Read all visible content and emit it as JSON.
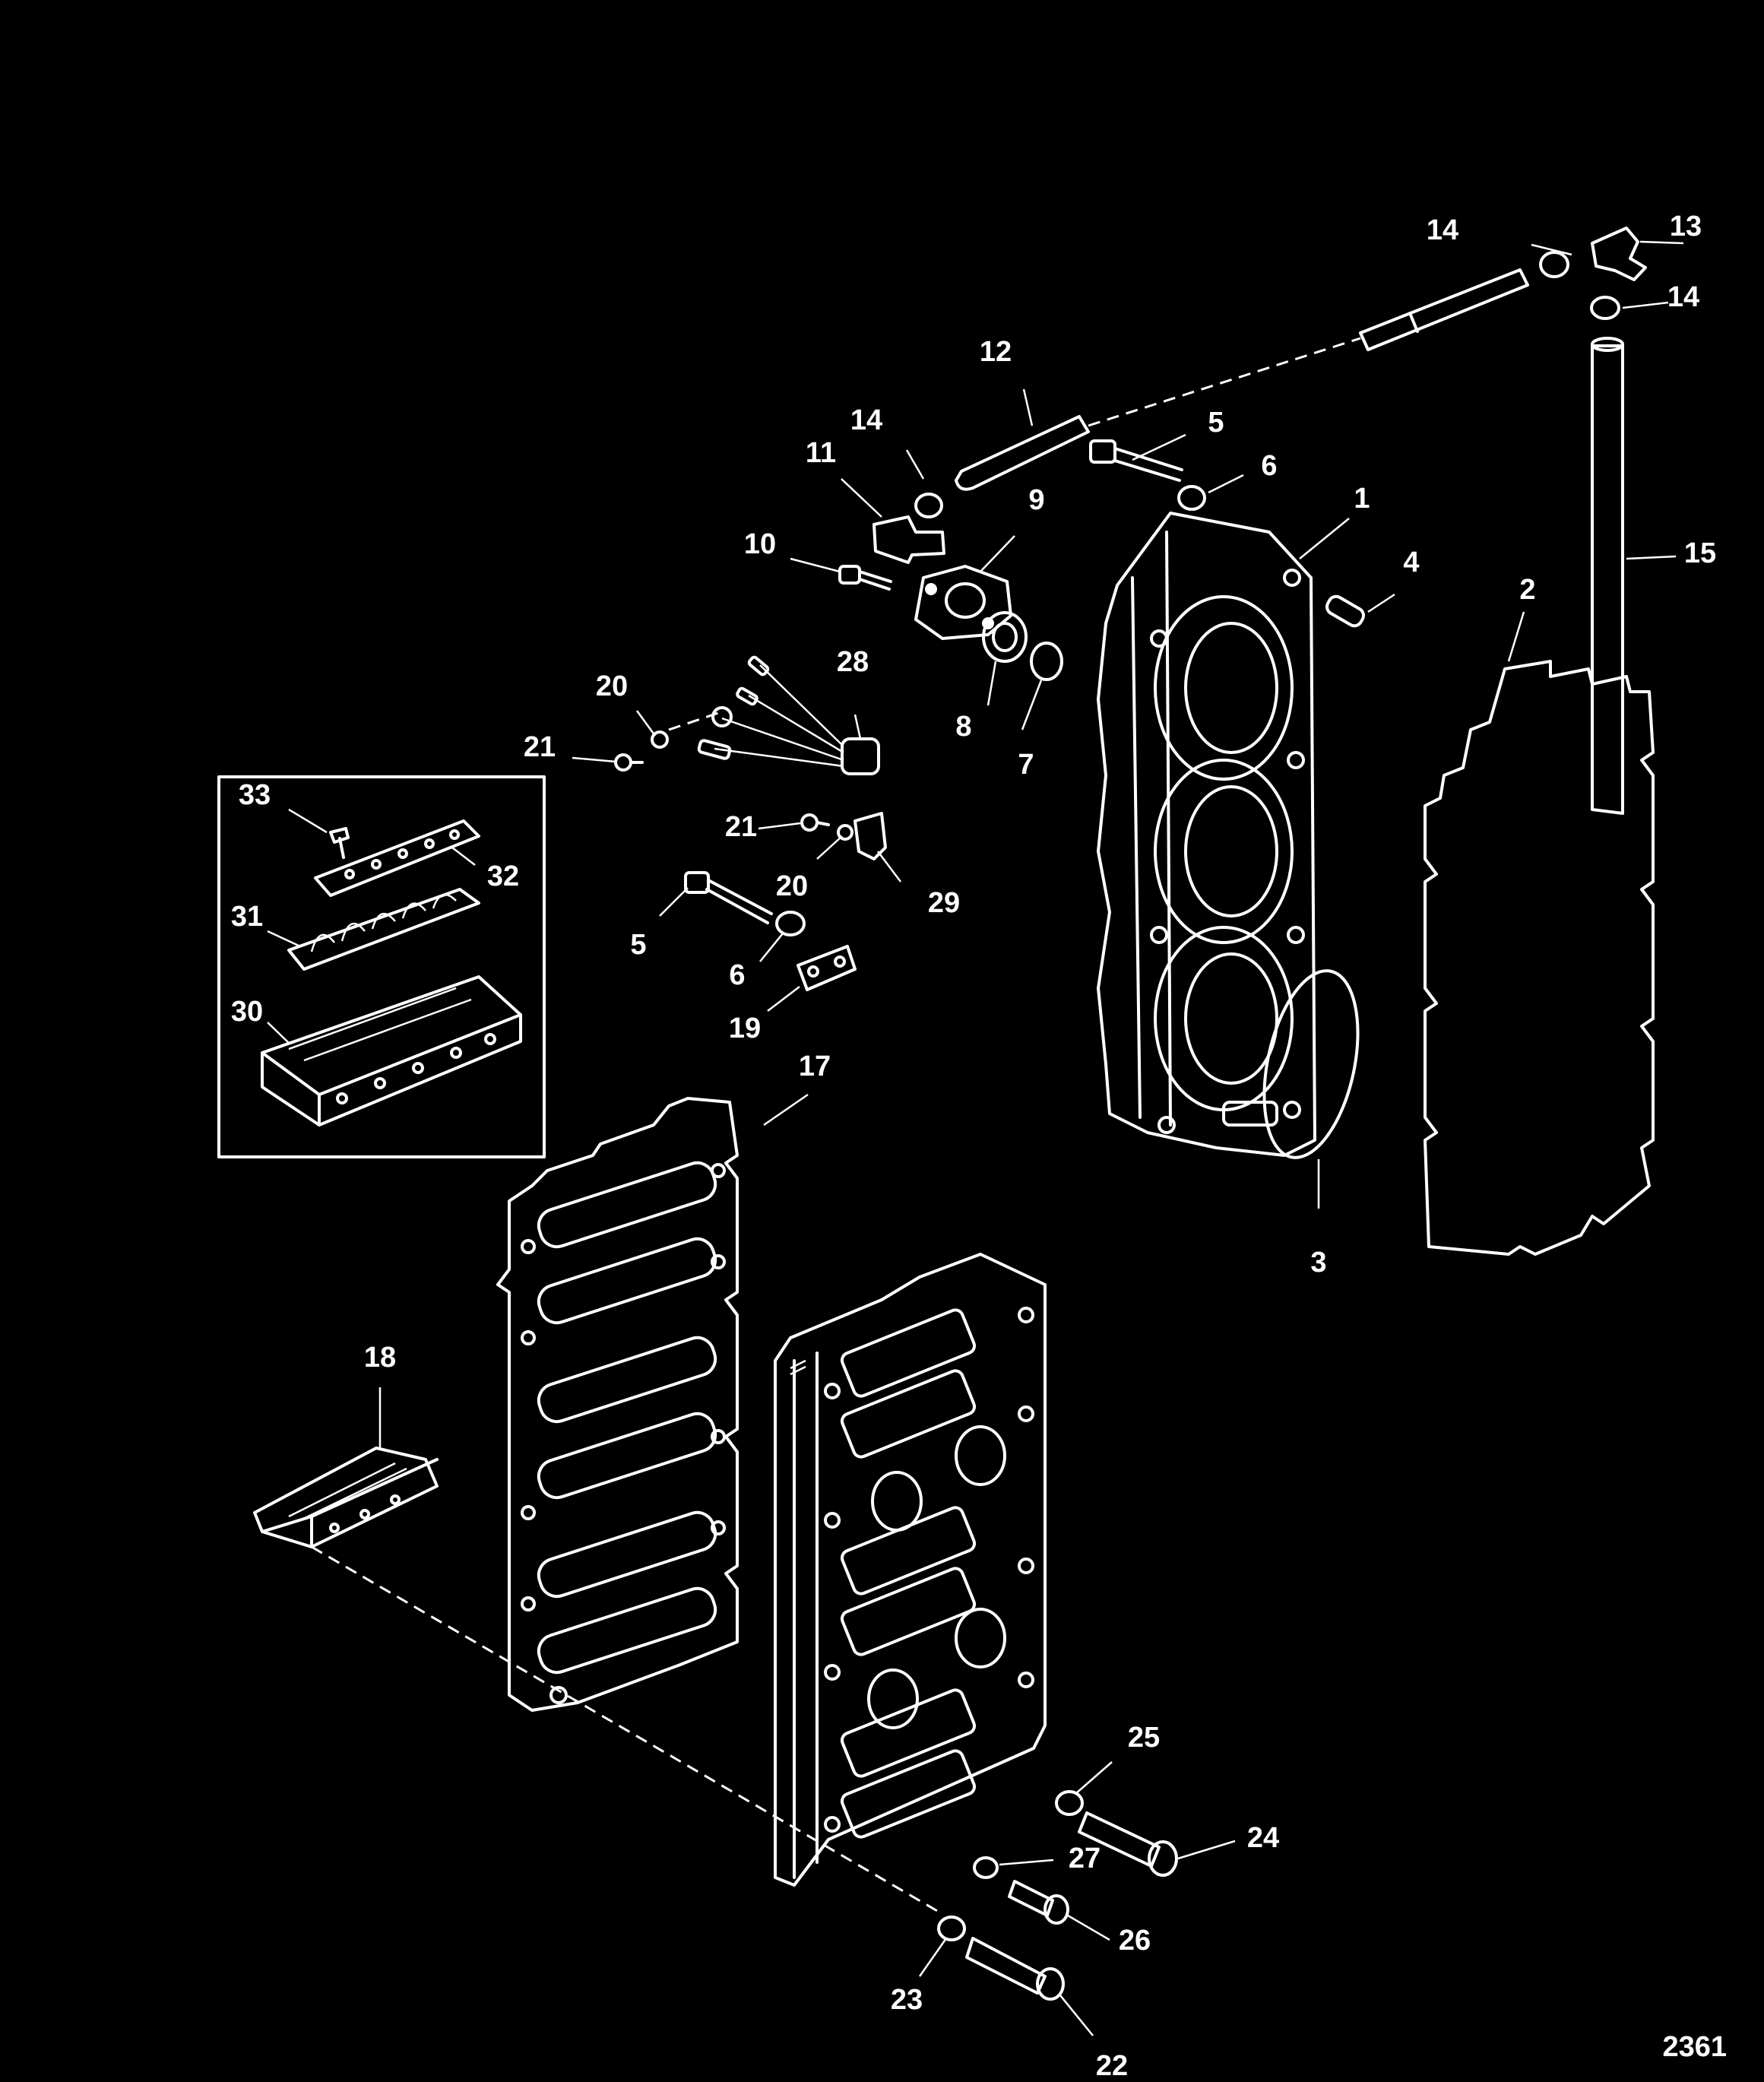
{
  "diagram": {
    "figure_number": "2361",
    "callouts": [
      "1",
      "2",
      "3",
      "4",
      "5",
      "5",
      "6",
      "6",
      "7",
      "8",
      "9",
      "10",
      "11",
      "12",
      "13",
      "14",
      "14",
      "14",
      "15",
      "17",
      "18",
      "19",
      "20",
      "20",
      "21",
      "21",
      "22",
      "23",
      "24",
      "25",
      "26",
      "27",
      "28",
      "29",
      "30",
      "31",
      "32",
      "33"
    ]
  }
}
